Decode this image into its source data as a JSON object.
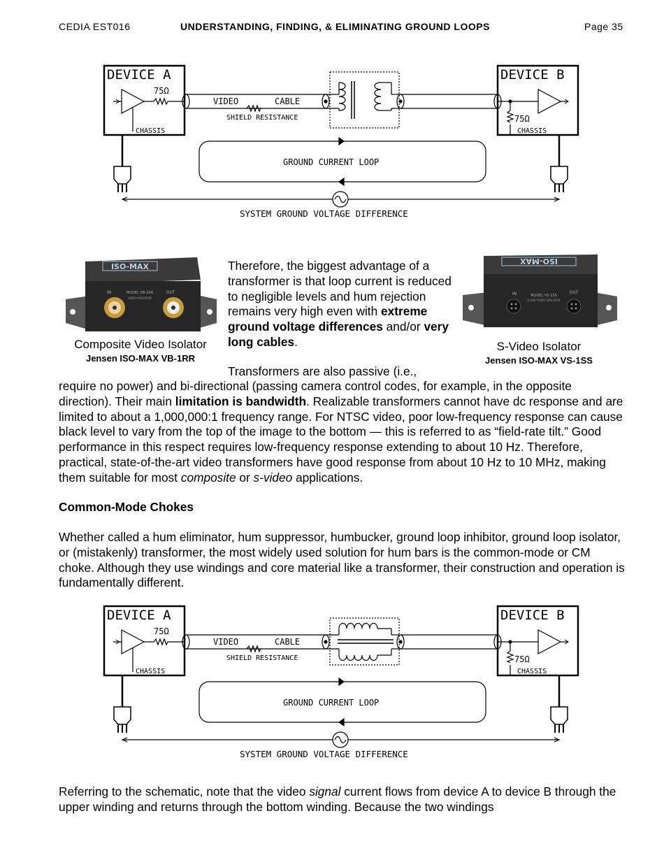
{
  "header": {
    "left": "CEDIA EST016",
    "center": "UNDERSTANDING, FINDING, & ELIMINATING GROUND LOOPS",
    "right": "Page 35"
  },
  "diagram1": {
    "device_a": "DEVICE A",
    "device_b": "DEVICE B",
    "resistor_a": "75Ω",
    "resistor_b": "75Ω",
    "chassis_a": "CHASSIS",
    "chassis_b": "CHASSIS",
    "cable_video": "VIDEO",
    "cable_cable": "CABLE",
    "shield": "SHIELD RESISTANCE",
    "loop": "GROUND CURRENT LOOP",
    "voltage": "SYSTEM GROUND VOLTAGE DIFFERENCE"
  },
  "diagram2": {
    "device_a": "DEVICE A",
    "device_b": "DEVICE B",
    "resistor_a": "75Ω",
    "resistor_b": "75Ω",
    "chassis_a": "CHASSIS",
    "chassis_b": "CHASSIS",
    "cable_video": "VIDEO",
    "cable_cable": "CABLE",
    "shield": "SHIELD RESISTANCE",
    "loop": "GROUND CURRENT LOOP",
    "voltage": "SYSTEM GROUND VOLTAGE DIFFERENCE"
  },
  "photo_left": {
    "badge": "ISO-MAX",
    "in": "IN",
    "out": "OUT",
    "model": "MODEL VB-1RR",
    "sub": "VIDEO ISOLATOR",
    "caption": "Composite Video Isolator",
    "product": "Jensen ISO-MAX VB-1RR"
  },
  "photo_right": {
    "badge": "ISO-MAX",
    "in": "IN",
    "out": "OUT",
    "model": "MODEL VS-1SS",
    "sub": "S-VHS VIDEO ISOLATOR",
    "caption": "S-Video Isolator",
    "product": "Jensen ISO-MAX VS-1SS"
  },
  "mid_paragraph": {
    "t1": "Therefore, the biggest advantage of a transformer is that loop current is reduced to negligible levels and hum rejection remains very high even with ",
    "b1": "extreme ground voltage differences",
    "t2": " and/or ",
    "b2": "very long cables",
    "t3": "."
  },
  "para2": {
    "first_line": "Transformers are also passive (i.e.,",
    "t1": "require no power) and bi-directional (passing camera control codes, for example, in the opposite direction). Their main ",
    "b1": "limitation is bandwidth",
    "t2": ". Realizable transformers cannot have dc response and are limited to about a 1,000,000:1 frequency range. For NTSC video, poor low-frequency response can cause black level to vary from the top of the image to the bottom — this is referred to as “field-rate tilt.” Good performance in this respect requires low-frequency response extending to about 10 Hz. Therefore, practical, state-of-the-art video transformers have good response from about 10 Hz to 10 MHz, making them suitable for most ",
    "i1": "composite",
    "t3": " or ",
    "i2": "s-video",
    "t4": " applications."
  },
  "heading": "Common-Mode Chokes",
  "para3": "Whether called a hum eliminator, hum suppressor, humbucker, ground loop inhibitor, ground loop isolator, or (mistakenly) transformer, the most widely used solution for hum bars is the common-mode or CM choke. Although they use windings and core material like a transformer, their construction and operation is fundamentally different.",
  "para4": {
    "t1": "Referring to the schematic, note that the video ",
    "i1": "signal",
    "t2": " current flows from device A to device B through the upper winding and returns through the bottom winding. Because the two windings"
  }
}
